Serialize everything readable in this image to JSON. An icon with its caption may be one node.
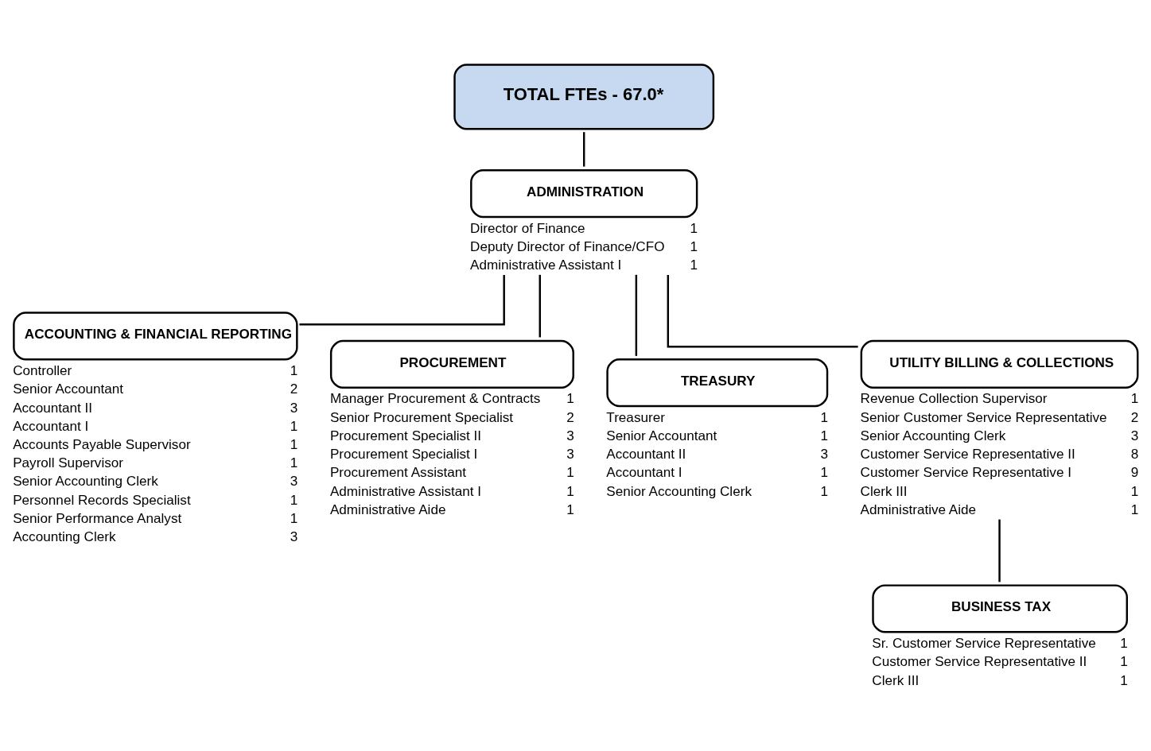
{
  "diagram": {
    "nodes": [
      {
        "text": [
          "TOTAL FTEs - 67.0*"
        ]
      },
      {
        "text": [
          "ADMINISTRATION"
        ],
        "beside": [
          "Director of Finance",
          "1",
          "Deputy Director of Finance/CFO",
          "1",
          "Administrative Assistant I",
          "1"
        ]
      },
      {
        "text": [
          "ACCOUNTING & FINANCIAL REPORTING"
        ],
        "beside": [
          "Controller",
          "1",
          "Senior Accountant",
          "2",
          "Accountant II",
          "3",
          "Accountant I",
          "1",
          "Accounts Payable Supervisor",
          "1",
          "Payroll Supervisor",
          "1",
          "Senior Accounting Clerk",
          "3",
          "Personnel Records Specialist",
          "1",
          "Senior Performance Analyst",
          "1",
          "Accounting Clerk",
          "3"
        ]
      },
      {
        "text": [
          "PROCUREMENT"
        ],
        "beside": [
          "Manager Procurement & Contracts",
          "1",
          "Senior Procurement Specialist",
          "2",
          "Procurement Specialist II",
          "3",
          "Procurement Specialist I",
          "3",
          "Procurement Assistant",
          "1",
          "Administrative Assistant I",
          "1",
          "Administrative Aide",
          "1"
        ]
      },
      {
        "text": [
          "TREASURY"
        ],
        "beside": [
          "Treasurer",
          "1",
          "Senior Accountant",
          "1",
          "Accountant II",
          "3",
          "Accountant I",
          "1",
          "Senior Accounting Clerk",
          "1"
        ]
      },
      {
        "text": [
          "UTILITY BILLING & COLLECTIONS"
        ],
        "beside": [
          "Revenue Collection Supervisor",
          "1",
          "Senior Customer Service Representative",
          "2",
          "Senior Accounting Clerk",
          "3",
          "Customer Service Representative II",
          "8",
          "Customer Service Representative I",
          "9",
          "Clerk III",
          "1",
          "Administrative Aide",
          "1"
        ]
      },
      {
        "text": [
          "BUSINESS TAX"
        ],
        "beside": [
          "Sr. Customer Service Representative",
          "1",
          "Customer Service Representative II",
          "1",
          "Clerk III",
          "1"
        ]
      }
    ],
    "edges": [
      {
        "from": 0,
        "to": 1,
        "arrow": "none"
      },
      {
        "from": 1,
        "to": 2,
        "arrow": "none"
      },
      {
        "from": 1,
        "to": 3,
        "arrow": "none"
      },
      {
        "from": 1,
        "to": 4,
        "arrow": "none"
      },
      {
        "from": 1,
        "to": 5,
        "arrow": "none"
      },
      {
        "from": 5,
        "to": 6,
        "arrow": "none"
      }
    ]
  }
}
